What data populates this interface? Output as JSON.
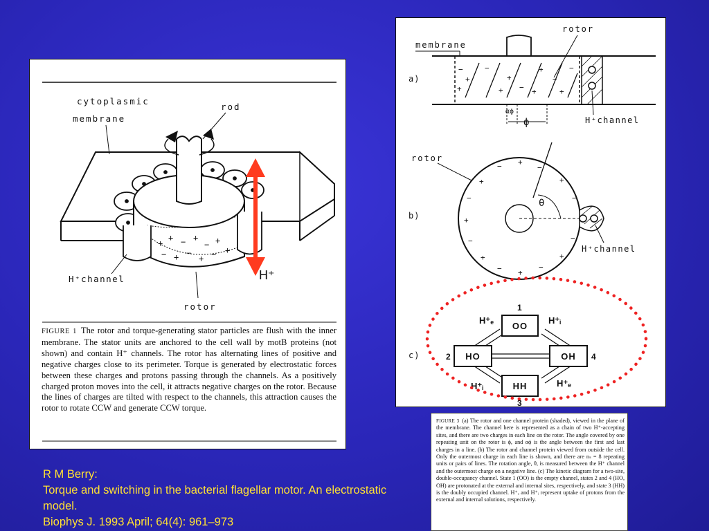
{
  "figure1": {
    "labels": {
      "cytoplasmic": "cytoplasmic",
      "membrane": "membrane",
      "rod": "rod",
      "h_channel": "H⁺channel",
      "rotor": "rotor",
      "h_plus": "H⁺"
    },
    "caption_label": "FIGURE 1",
    "caption_text": "The rotor and torque-generating stator particles are flush with the inner membrane. The stator units are anchored to the cell wall by motB proteins (not shown) and contain H⁺ channels. The rotor has alternating lines of positive and negative charges close to its perimeter. Torque is generated by electrostatic forces between these charges and protons passing through the channels. As a positively charged proton moves into the cell, it attracts negative charges on the rotor. Because the lines of charges are tilted with respect to the channels, this attraction causes the rotor to rotate CCW and generate CCW torque."
  },
  "figure3": {
    "part_a": {
      "tag": "a)",
      "rotor": "rotor",
      "membrane": "membrane",
      "alpha_phi": "αϕ",
      "phi": "ϕ",
      "h_channel": "H⁺channel"
    },
    "part_b": {
      "tag": "b)",
      "rotor": "rotor",
      "theta": "θ",
      "h_channel": "H⁺channel"
    },
    "part_c": {
      "tag": "c)",
      "states": {
        "top": "OO",
        "left": "HO",
        "right": "OH",
        "bottom": "HH"
      },
      "numbers": {
        "top": "1",
        "left": "2",
        "right": "4",
        "bottom": "3"
      },
      "h_e": "H⁺ₑ",
      "h_i": "H⁺ᵢ"
    },
    "caption_label": "FIGURE 3",
    "caption_text": "(a) The rotor and one channel protein (shaded), viewed in the plane of the membrane. The channel here is represented as a chain of two H⁺-accepting sites, and there are two charges in each line on the rotor. The angle covered by one repeating unit on the rotor is ϕ, and αϕ is the angle between the first and last charges in a line. (b) The rotor and channel protein viewed from outside the cell. Only the outermost charge in each line is shown, and there are nₛ = 8 repeating units or pairs of lines. The rotation angle, θ, is measured between the H⁺ channel and the outermost charge on a negative line. (c) The kinetic diagram for a two-site, double-occupancy channel. State 1 (OO) is the empty channel, states 2 and 4 (HO, OH) are protonated at the external and internal sites, respectively, and state 3 (HH) is the doubly occupied channel. H⁺ₑ and H⁺ᵢ represent uptake of protons from the external and internal solutions, respectively."
  },
  "citation": {
    "author": "R M Berry:",
    "title": "Torque and switching in the bacterial flagellar motor. An electrostatic model.",
    "journal": "Biophys J. 1993 April; 64(4): 961–973"
  },
  "colors": {
    "background": "#2a26b8",
    "citation_text": "#ffe033",
    "arrow": "#ff3b1f",
    "dotted_circle": "#ee2222"
  }
}
